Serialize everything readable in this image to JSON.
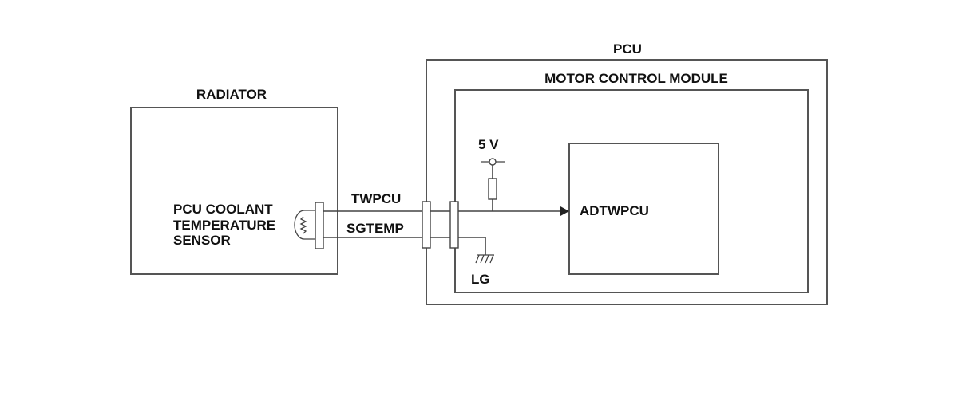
{
  "labels": {
    "radiator": "RADIATOR",
    "pcu": "PCU",
    "motor_control_module": "MOTOR CONTROL MODULE",
    "sensor_line1": "PCU COOLANT",
    "sensor_line2": "TEMPERATURE",
    "sensor_line3": "SENSOR",
    "signal_wire": "TWPCU",
    "ground_wire": "SGTEMP",
    "supply_voltage": "5 V",
    "input": "ADTWPCU",
    "ground": "LG"
  },
  "colors": {
    "line": "#444444",
    "box": "#555555",
    "text": "#111111"
  }
}
